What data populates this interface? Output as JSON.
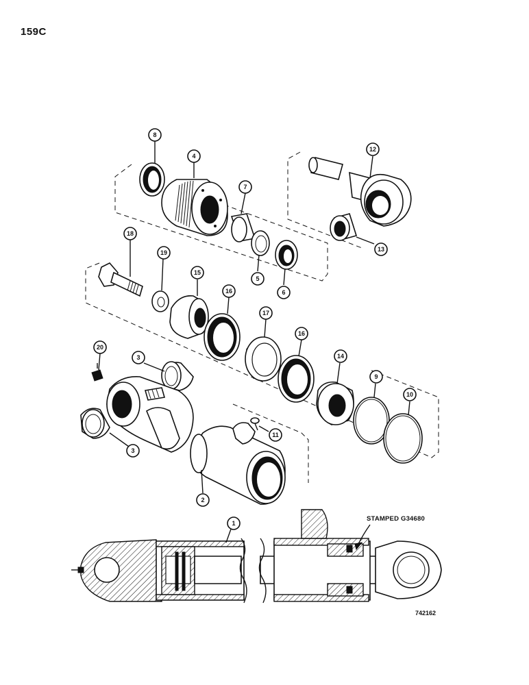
{
  "page_number": "159C",
  "figure_number": "742162",
  "stamp_note": "STAMPED G34680",
  "callouts": [
    {
      "id": "c1",
      "label": "1"
    },
    {
      "id": "c2",
      "label": "2"
    },
    {
      "id": "c3a",
      "label": "3"
    },
    {
      "id": "c3b",
      "label": "3"
    },
    {
      "id": "c4",
      "label": "4"
    },
    {
      "id": "c5",
      "label": "5"
    },
    {
      "id": "c6",
      "label": "6"
    },
    {
      "id": "c7",
      "label": "7"
    },
    {
      "id": "c8",
      "label": "8"
    },
    {
      "id": "c9",
      "label": "9"
    },
    {
      "id": "c10",
      "label": "10"
    },
    {
      "id": "c11",
      "label": "11"
    },
    {
      "id": "c12",
      "label": "12"
    },
    {
      "id": "c13",
      "label": "13"
    },
    {
      "id": "c14",
      "label": "14"
    },
    {
      "id": "c15",
      "label": "15"
    },
    {
      "id": "c16a",
      "label": "16"
    },
    {
      "id": "c16b",
      "label": "16"
    },
    {
      "id": "c17",
      "label": "17"
    },
    {
      "id": "c18",
      "label": "18"
    },
    {
      "id": "c19",
      "label": "19"
    },
    {
      "id": "c20",
      "label": "20"
    }
  ]
}
